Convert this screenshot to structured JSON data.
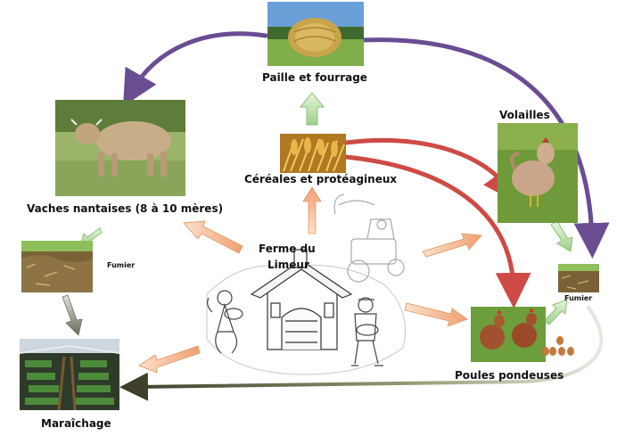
{
  "diagram": {
    "nodes": {
      "paille": {
        "label": "Paille et fourrage",
        "image": "hay-bale-photo"
      },
      "cereales": {
        "label": "Céréales et protéagineux",
        "image": "wheat-photo"
      },
      "vaches": {
        "label": "Vaches nantaises (8 à 10 mères)",
        "image": "cow-photo"
      },
      "volailles": {
        "label": "Volailles",
        "image": "hen-photo"
      },
      "ferme": {
        "label_line1": "Ferme du",
        "label_line2": "Limeur",
        "image": "farm-sketch"
      },
      "fumier_left": {
        "label": "Fumier",
        "image": "manure-photo"
      },
      "fumier_right": {
        "label": "Fumier",
        "image": "manure-photo"
      },
      "poules": {
        "label": "Poules pondeuses",
        "image": "laying-hens-photo"
      },
      "maraichage": {
        "label": "Maraîchage",
        "image": "greenhouse-photo"
      }
    },
    "colors": {
      "purple_arrow": "#6a4c93",
      "red_arrow": "#d9534f",
      "orange_arrow": "#f0a070",
      "green_arrow": "#a8d890",
      "olive_arrow": "#5a5a40"
    }
  }
}
